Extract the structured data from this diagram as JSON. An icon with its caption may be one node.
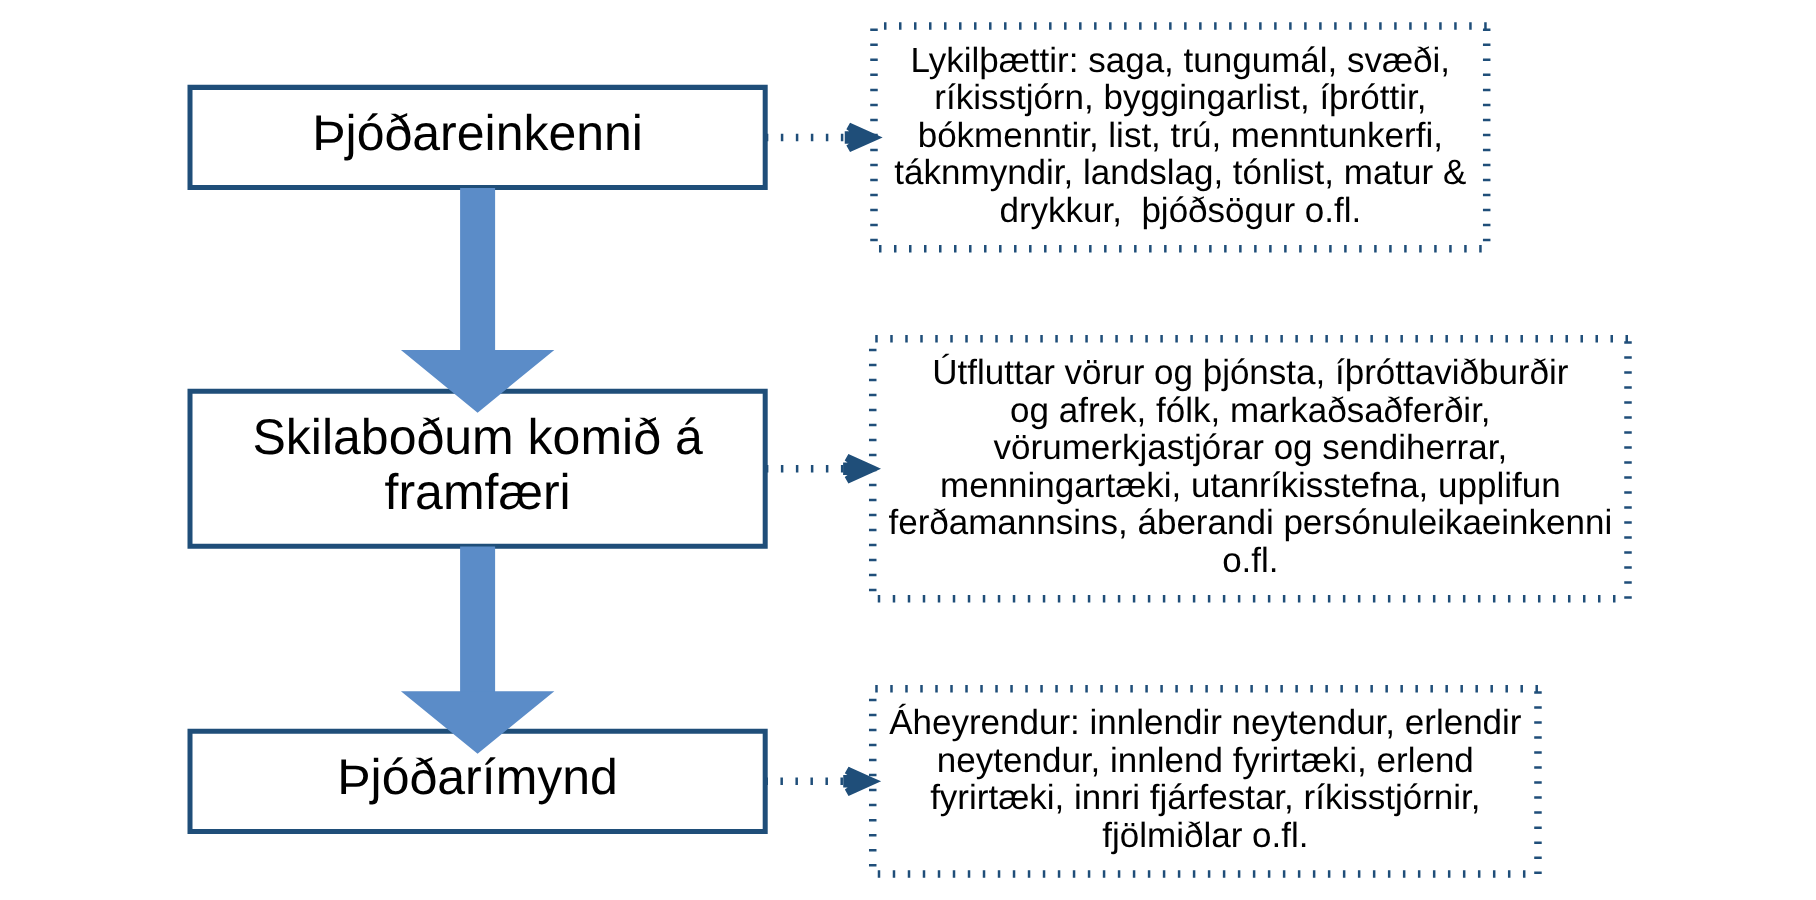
{
  "diagram": {
    "nodes": [
      {
        "text": [
          "Þjóðareinkenni"
        ]
      },
      {
        "text": [
          "Lykilþættir: saga, tungumál, svæði, ríkisstjórn, byggingarlist, íþróttir, bókmenntir, list, trú, menntunkerfi, táknmyndir, landslag, tónlist, matur & drykkur,  þjóðsögur o.fl."
        ]
      },
      {
        "text": [
          "Skilaboðum komið á framfæri"
        ]
      },
      {
        "text": [
          "Útfluttar vörur og þjónsta, íþróttaviðburðir og afrek, fólk, markaðsaðferðir, vörumerkjastjórar og sendiherrar, menningartæki, utanríkisstefna, upplifun ferðamannsins, áberandi persónuleikaeinkenni o.fl."
        ]
      },
      {
        "text": [
          "Þjóðarímynd"
        ]
      },
      {
        "text": [
          "Áheyrendur: innlendir neytendur, erlendir neytendur, innlend fyrirtæki, erlend fyrirtæki, innri fjárfestar, ríkisstjórnir, fjölmiðlar o.fl."
        ]
      }
    ],
    "edges": [
      {
        "from": 0,
        "to": 2,
        "arrow": "to",
        "style": "thick",
        "color": "#5b8cc8"
      },
      {
        "from": 2,
        "to": 4,
        "arrow": "to",
        "style": "thick",
        "color": "#5b8cc8"
      },
      {
        "from": 0,
        "to": 1,
        "arrow": "to",
        "style": "dashed"
      },
      {
        "from": 2,
        "to": 3,
        "arrow": "to",
        "style": "dashed"
      },
      {
        "from": 4,
        "to": 5,
        "arrow": "to",
        "style": "dashed"
      }
    ]
  }
}
